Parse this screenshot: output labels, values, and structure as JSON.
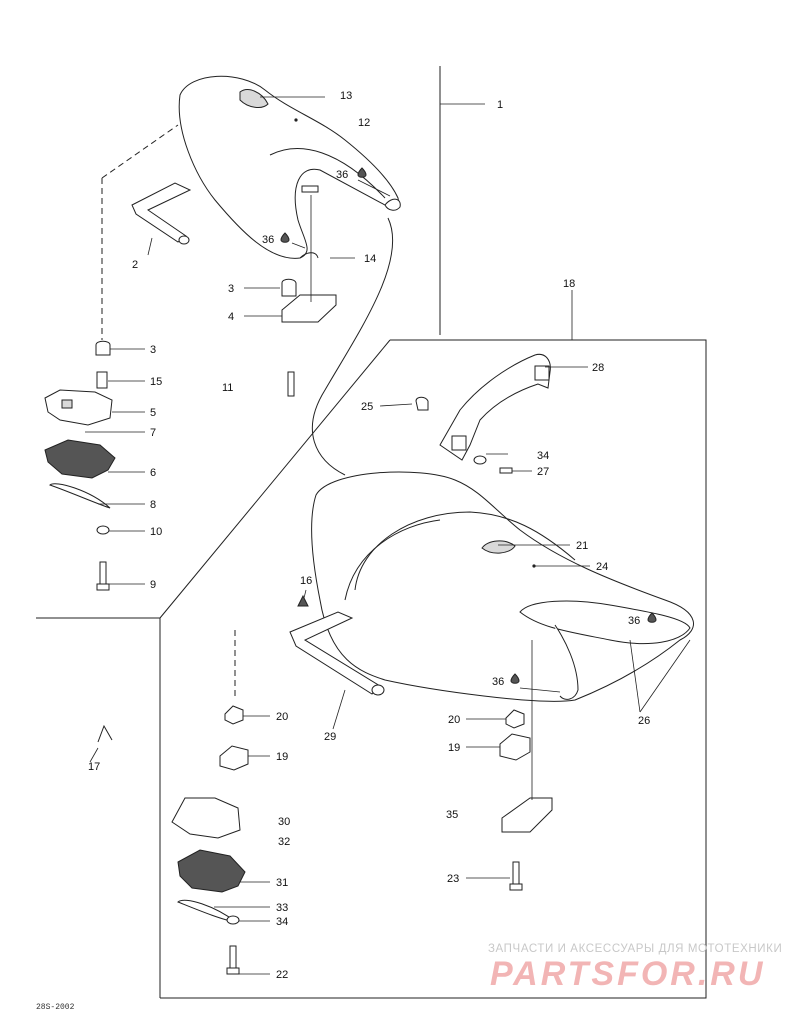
{
  "callouts": {
    "c1": "1",
    "c2": "2",
    "c3a": "3",
    "c3b": "3",
    "c4": "4",
    "c5": "5",
    "c6": "6",
    "c7": "7",
    "c8": "8",
    "c9": "9",
    "c10": "10",
    "c11": "11",
    "c12": "12",
    "c13": "13",
    "c14": "14",
    "c15": "15",
    "c16": "16",
    "c17": "17",
    "c18": "18",
    "c19a": "19",
    "c19b": "19",
    "c20a": "20",
    "c20b": "20",
    "c21": "21",
    "c22": "22",
    "c23": "23",
    "c24": "24",
    "c25": "25",
    "c26": "26",
    "c27": "27",
    "c28": "28",
    "c29": "29",
    "c30": "30",
    "c31": "31",
    "c32": "32",
    "c33": "33",
    "c34a": "34",
    "c34b": "34",
    "c35": "35",
    "c36a": "36",
    "c36b": "36",
    "c36c": "36",
    "c36d": "36"
  },
  "watermark": {
    "tagline": "ЗАПЧАСТИ И АКСЕССУАРЫ ДЛЯ МОТОТЕХНИКИ",
    "logo": "PARTSFOR.RU"
  },
  "figure_ref": "28S-2002",
  "colors": {
    "line": "#222222",
    "watermark_text": "#c8c8c8",
    "watermark_logo": "#f2b5b5"
  }
}
